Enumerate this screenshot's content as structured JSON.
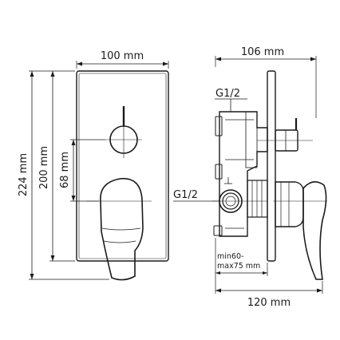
{
  "dimensions": {
    "front_width": "100 mm",
    "front_height_total": "224 mm",
    "front_height_plate": "200 mm",
    "front_height_handle_axis": "68 mm",
    "side_depth_top": "106 mm",
    "side_depth_bottom": "120 mm",
    "thread_top": "G1/2",
    "thread_side": "G1/2",
    "wall_depth_line1": "min60-",
    "wall_depth_line2": "max75 mm"
  }
}
